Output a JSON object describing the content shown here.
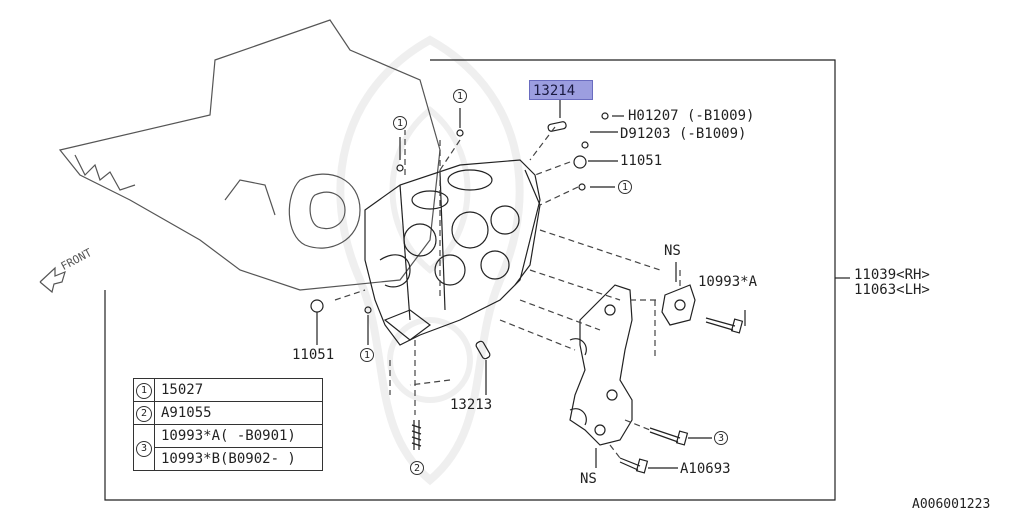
{
  "callouts": {
    "highlighted_part": "13214",
    "h01207": "H01207 (-B1009)",
    "d91203": "D91203 (-B1009)",
    "p11051_top": "11051",
    "p11051_left": "11051",
    "p13213": "13213",
    "p10993a": "10993*A",
    "a10693": "A10693",
    "ns_top": "NS",
    "ns_bottom": "NS",
    "rh": "11039<RH>",
    "lh": "11063<LH>",
    "front": "FRONT",
    "ref_code": "A006001223"
  },
  "circle_marks": {
    "one": "1",
    "two": "2",
    "three": "3"
  },
  "legend": {
    "row1": {
      "num": "1",
      "part": "15027"
    },
    "row2": {
      "num": "2",
      "part": "A91055"
    },
    "row3": {
      "num": "3",
      "part_a": "10993*A( -B0901)",
      "part_b": "10993*B(B0902- )"
    }
  }
}
